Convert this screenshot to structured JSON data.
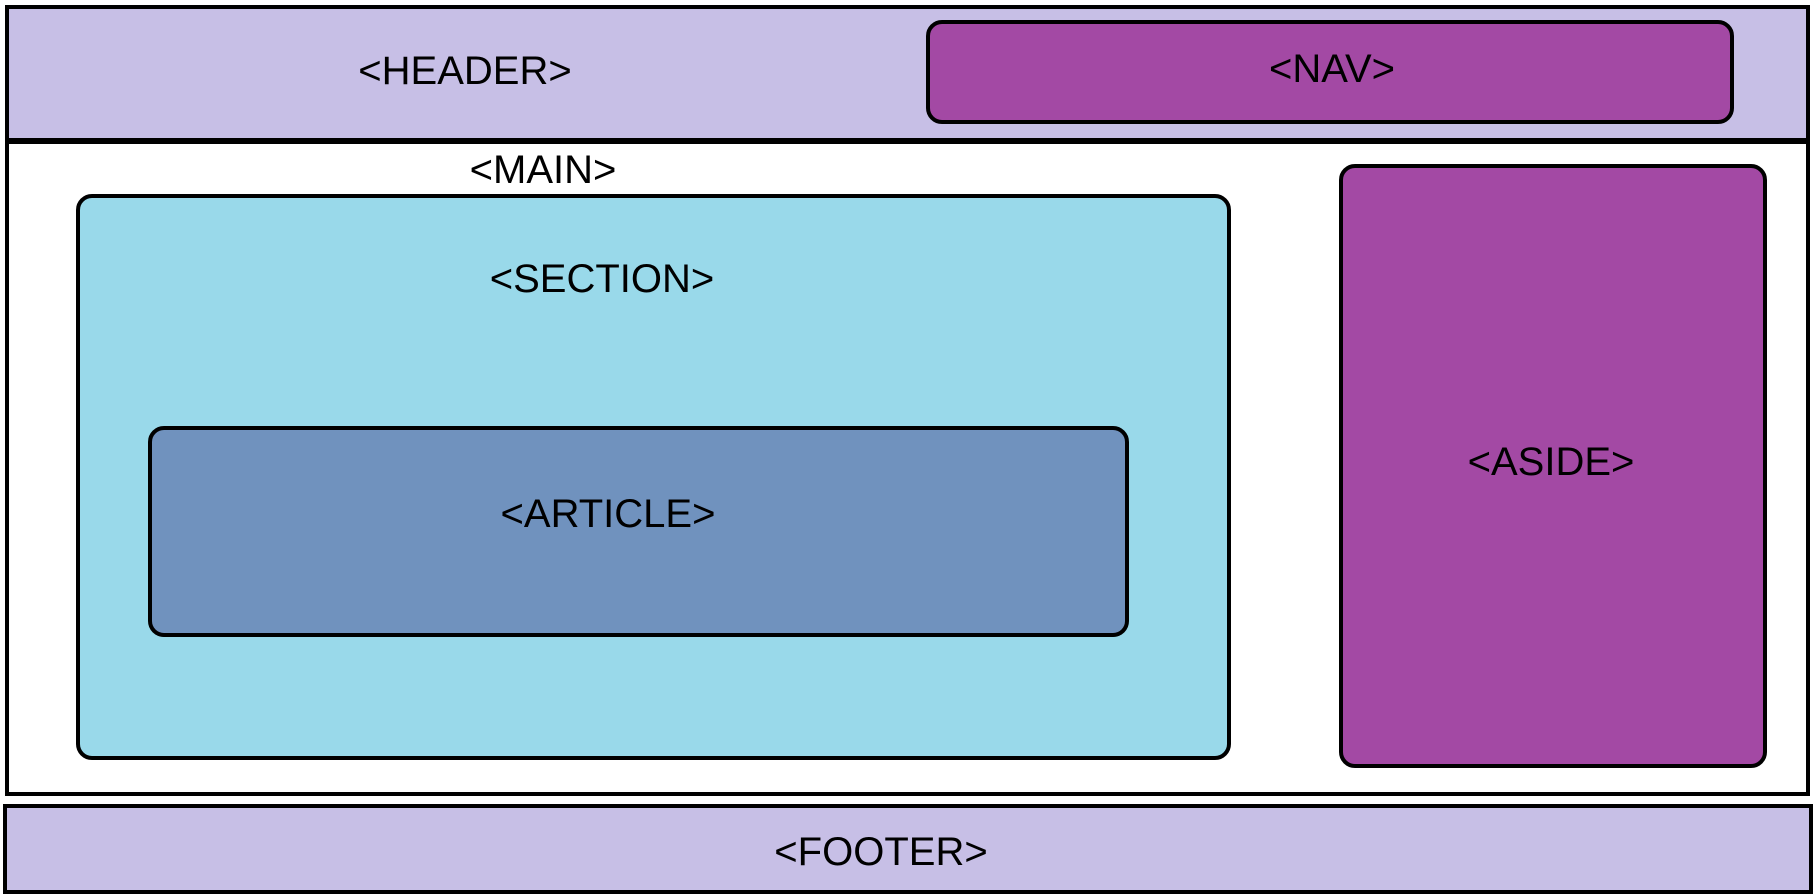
{
  "header": {
    "label": "<HEADER>"
  },
  "nav": {
    "label": "<NAV>"
  },
  "main": {
    "label": "<MAIN>"
  },
  "section": {
    "label": "<SECTION>"
  },
  "article": {
    "label": "<ARTICLE>"
  },
  "aside": {
    "label": "<ASIDE>"
  },
  "footer": {
    "label": "<FOOTER>"
  },
  "colors": {
    "header": "#c7bfe6",
    "nav": "#a349a4",
    "main": "#ffffff",
    "section": "#99d9ea",
    "article": "#7092be",
    "aside": "#a349a4",
    "footer": "#c7bfe6",
    "border": "#000000"
  }
}
